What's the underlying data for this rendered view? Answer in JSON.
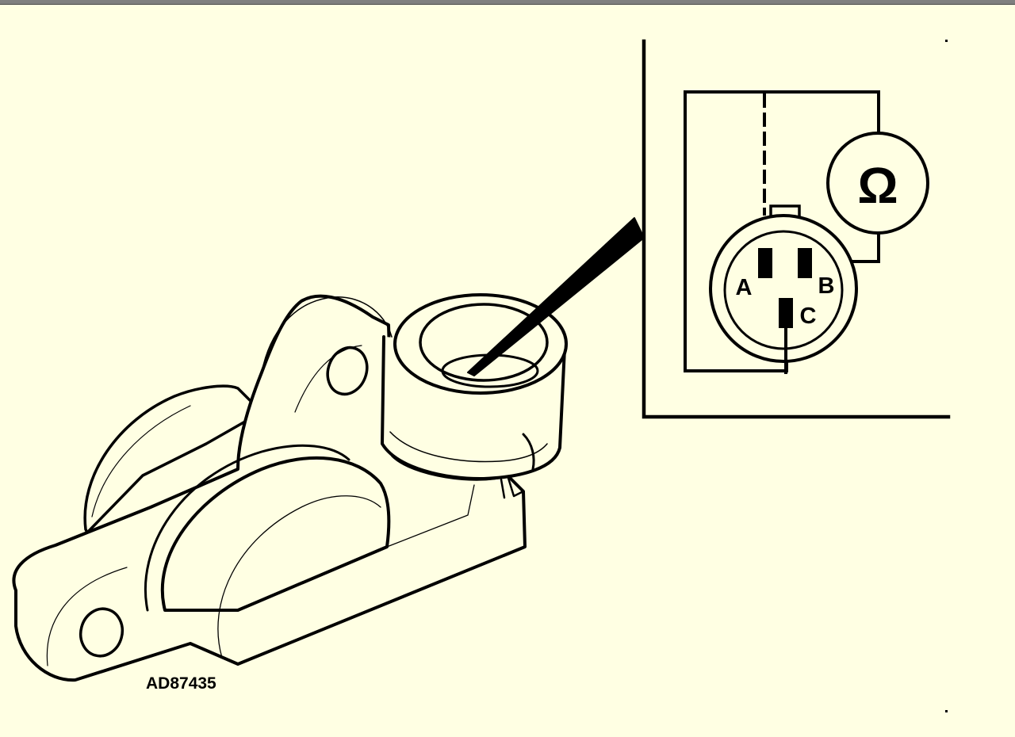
{
  "figure": {
    "reference_code": "AD87435",
    "background_color": "#FFFFE3",
    "line_color": "#000000"
  },
  "connector": {
    "terminals": [
      {
        "label": "A"
      },
      {
        "label": "B"
      },
      {
        "label": "C"
      }
    ]
  },
  "meter": {
    "symbol": "Ω",
    "icon": "ohmmeter-icon"
  }
}
